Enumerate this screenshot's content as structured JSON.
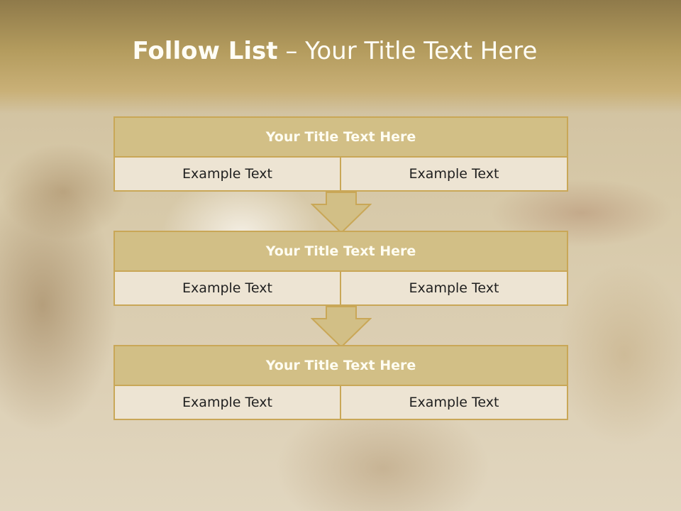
{
  "title": {
    "bold": "Follow List",
    "rest": " – Your Title Text Here"
  },
  "steps": [
    {
      "heading": "Your Title Text Here",
      "left": "Example Text",
      "right": "Example Text"
    },
    {
      "heading": "Your Title Text Here",
      "left": "Example Text",
      "right": "Example Text"
    },
    {
      "heading": "Your Title Text Here",
      "left": "Example Text",
      "right": "Example Text"
    }
  ],
  "colors": {
    "accent": "#c9a757",
    "header_fill": "#d2bf86",
    "cell_fill": "#ede4d3"
  },
  "icons": [
    "down-arrow-icon",
    "down-arrow-icon"
  ]
}
